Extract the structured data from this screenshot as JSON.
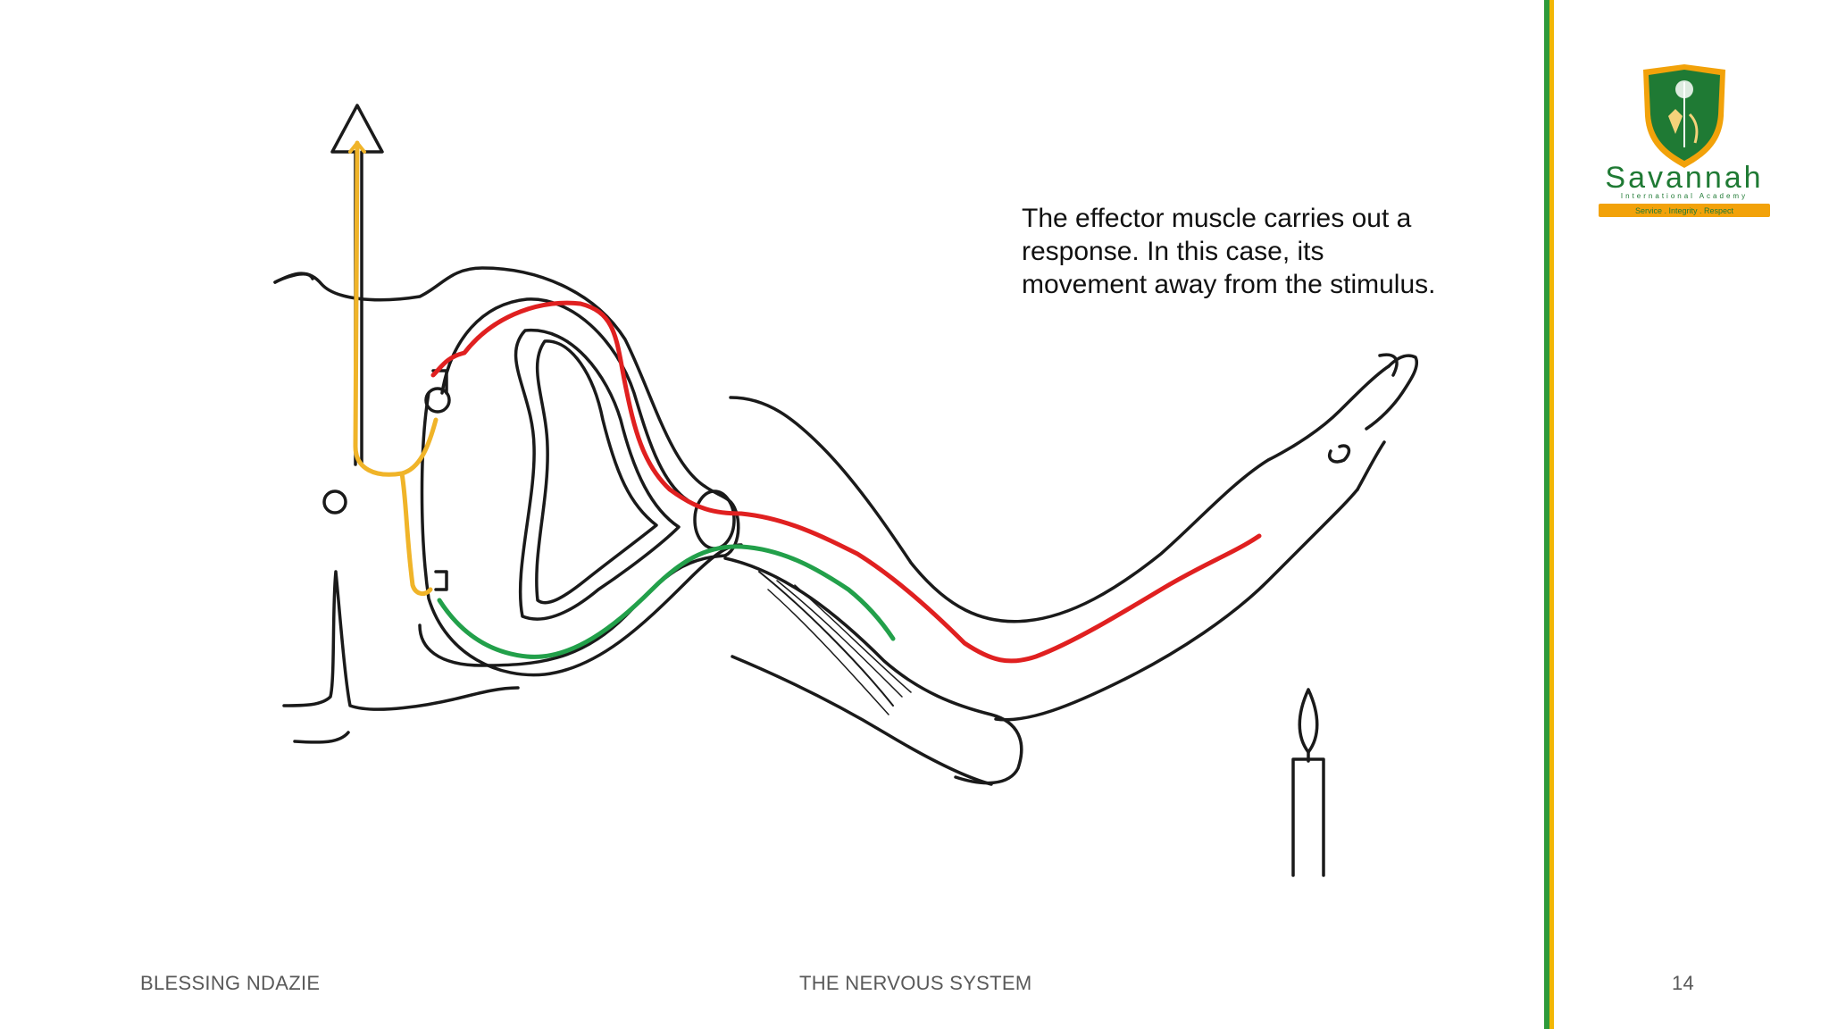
{
  "slide": {
    "caption": "The effector muscle carries out a\nresponse. In this case, its\nmovement away from the stimulus.",
    "footer": {
      "author": "BLESSING NDAZIE",
      "title": "THE NERVOUS SYSTEM",
      "page_number": "14"
    }
  },
  "logo": {
    "name": "Savannah",
    "subtitle": "International Academy",
    "motto": "Service . Integrity . Respect"
  },
  "colors": {
    "stripe_green": "#2e9a3a",
    "stripe_yellow": "#f2b705",
    "sensory_neuron": "#e02020",
    "relay_neuron": "#f0b429",
    "motor_neuron": "#22a04a"
  },
  "icons": [
    "flame-icon",
    "logo-shield-icon"
  ]
}
